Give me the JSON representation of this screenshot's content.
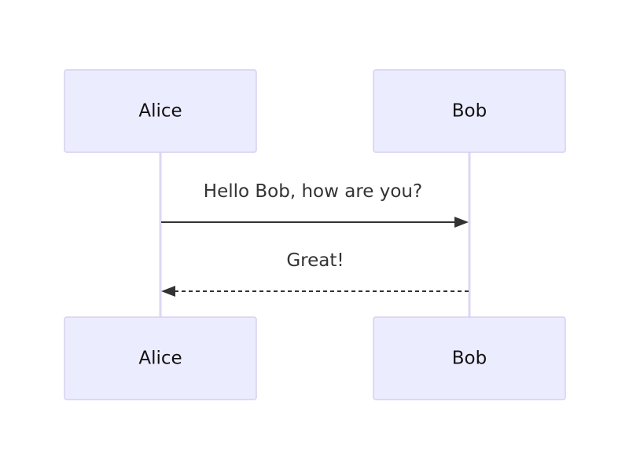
{
  "diagram": {
    "type": "sequence",
    "participants": [
      {
        "id": "alice",
        "label": "Alice"
      },
      {
        "id": "bob",
        "label": "Bob"
      }
    ],
    "messages": [
      {
        "from": "alice",
        "to": "bob",
        "text": "Hello Bob, how are you?",
        "style": "solid"
      },
      {
        "from": "bob",
        "to": "alice",
        "text": "Great!",
        "style": "dashed"
      }
    ]
  },
  "colors": {
    "actor_fill": "#ececff",
    "actor_border": "#d5cff0",
    "lifeline": "#ddd6f3",
    "message": "#333333"
  }
}
